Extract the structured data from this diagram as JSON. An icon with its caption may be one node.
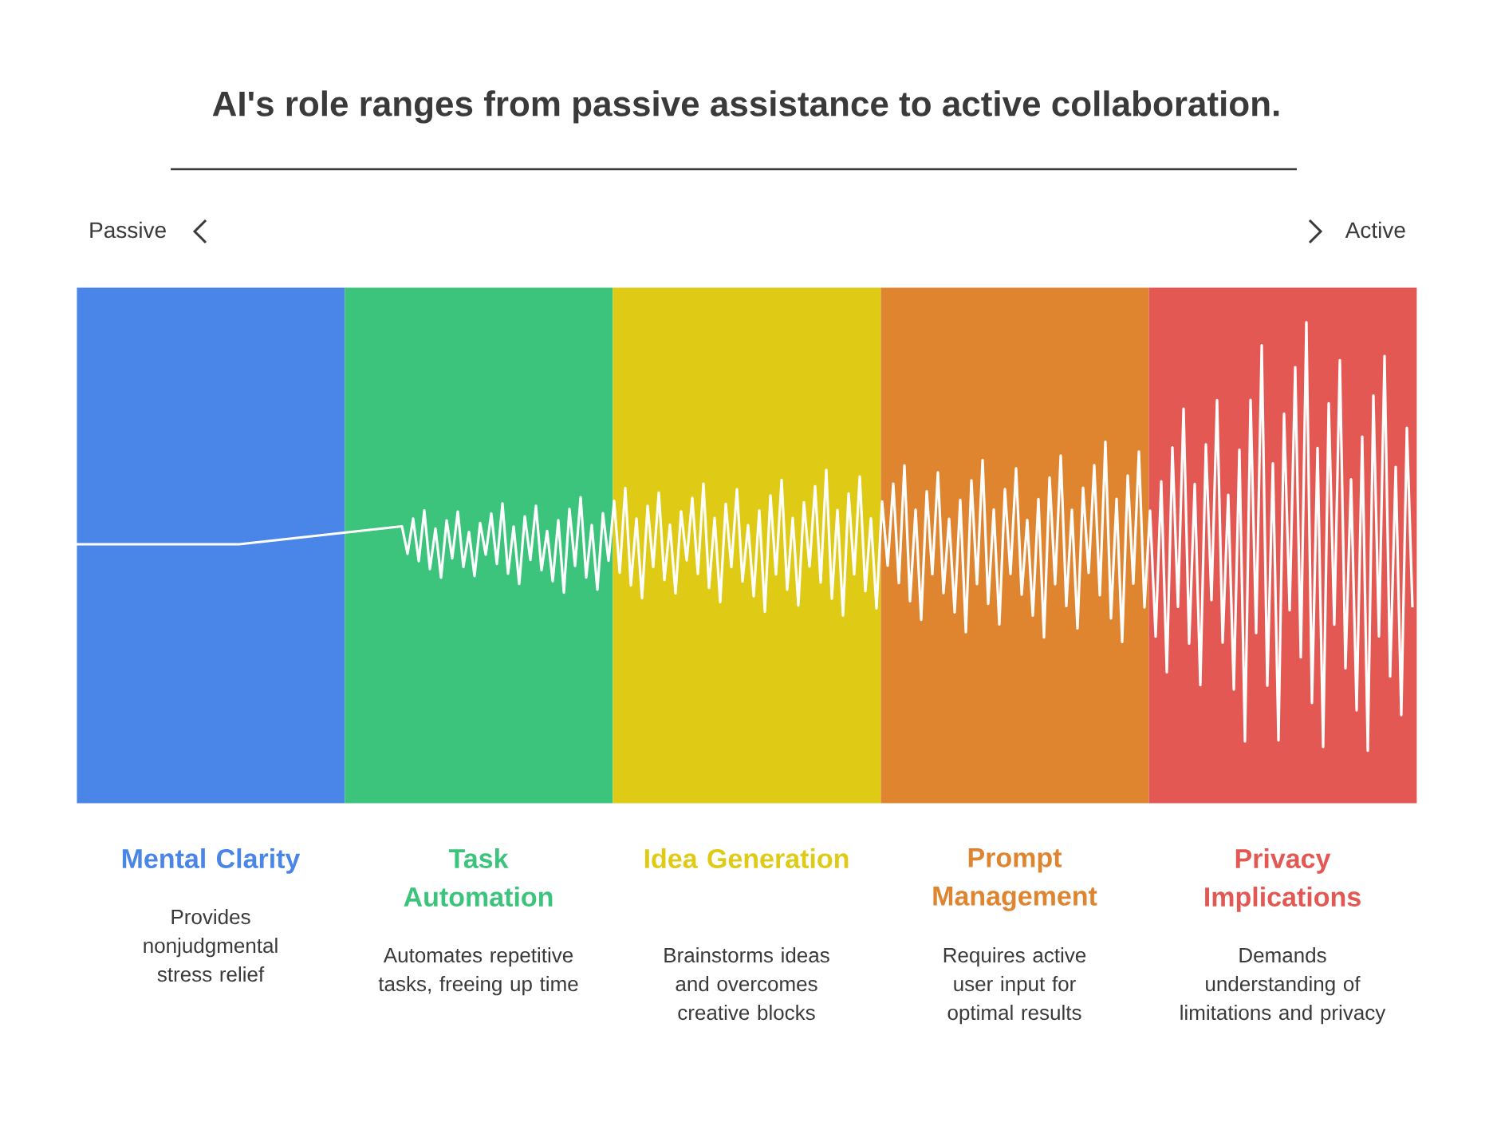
{
  "diagram": {
    "title": "AI's role ranges from passive assistance to active collaboration.",
    "nodes": [
      {
        "text": [
          "Mental Clarity",
          "Provides nonjudgmental stress relief"
        ]
      },
      {
        "text": [
          "Task Automation",
          "Automates repetitive tasks, freeing up time"
        ]
      },
      {
        "text": [
          "Idea Generation",
          "Brainstorms ideas and overcomes creative blocks"
        ]
      },
      {
        "text": [
          "Prompt Management",
          "Requires active user input for optimal results"
        ]
      },
      {
        "text": [
          "Privacy Implications",
          "Demands understanding of limitations and privacy"
        ]
      }
    ],
    "labels": [
      "Passive",
      "Active"
    ]
  }
}
